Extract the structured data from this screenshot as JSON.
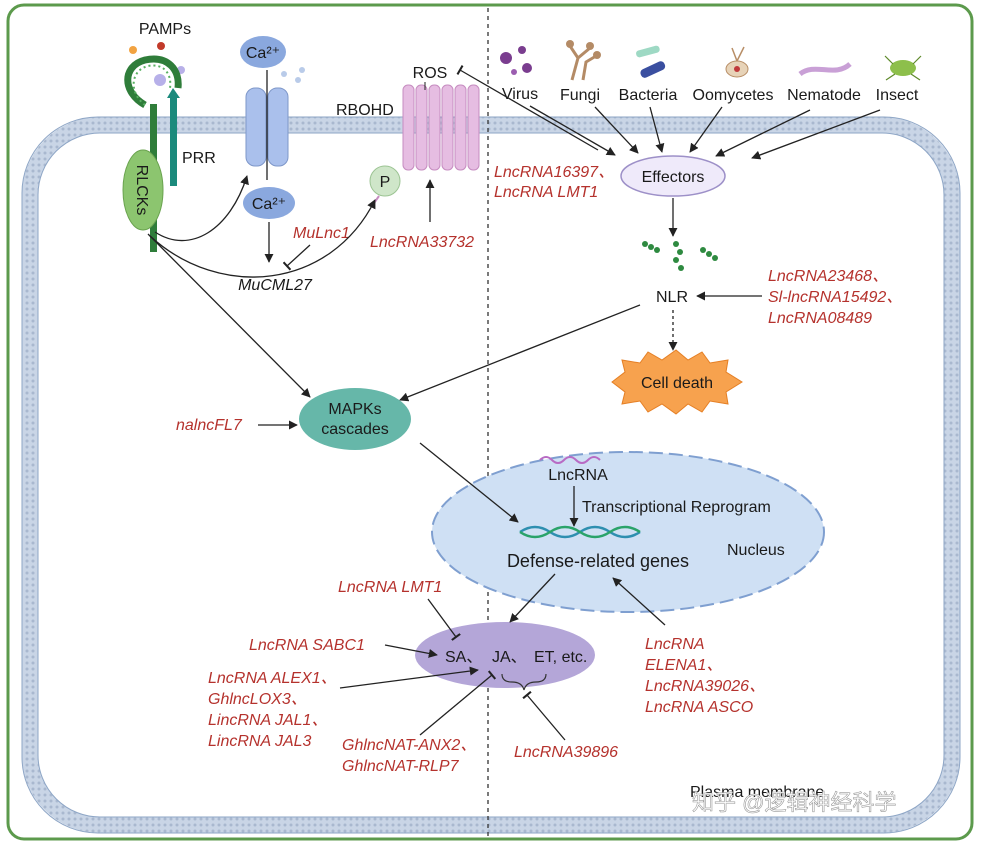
{
  "colors": {
    "frame": "#5c9a4c",
    "membrane": "#b9c8dc",
    "nucleus_fill": "#cfe0f4",
    "nucleus_stroke": "#7f9fd0",
    "mapk": "#66b7a9",
    "hormone": "#b4a6d8",
    "effectors_fill": "#efeafa",
    "death": "#f7a24e",
    "red_text": "#b5322d"
  },
  "labels": {
    "pamps": "PAMPs",
    "ca_top": "Ca²⁺",
    "ca_bottom": "Ca²⁺",
    "ros": "ROS",
    "rbohd": "RBOHD",
    "prr": "PRR",
    "rlcks": "RLCKs",
    "p": "P",
    "mucml27": "MuCML27",
    "effectors": "Effectors",
    "nlr": "NLR",
    "cell_death": "Cell death",
    "mapks_line1": "MAPKs",
    "mapks_line2": "cascades",
    "lncrna": "LncRNA",
    "transcriptional": "Transcriptional Reprogram",
    "defense": "Defense-related genes",
    "nucleus": "Nucleus",
    "hormones_sa": "SA、",
    "hormones_ja": "JA、",
    "hormones_et": "ET, etc.",
    "plasma_membrane": "Plasma membrane",
    "watermark": "知乎 @逻辑神经科学"
  },
  "pathogens": [
    "Virus",
    "Fungi",
    "Bacteria",
    "Oomycetes",
    "Nematode",
    "Insect"
  ],
  "lncrnas": {
    "mulnc1": "MuLnc1",
    "lnc33732": "LncRNA33732",
    "lnc16397_1": "LncRNA16397、",
    "lnc16397_2": "LncRNA LMT1",
    "nlr_1": "LncRNA23468、",
    "nlr_2": "Sl-lncRNA15492、",
    "nlr_3": "LncRNA08489",
    "nalncfl7": "nalncFL7",
    "lmt1": "LncRNA LMT1",
    "sabc1": "LncRNA SABC1",
    "alex_1": "LncRNA ALEX1、",
    "alex_2": "GhlncLOX3、",
    "alex_3": "LincRNA JAL1、",
    "alex_4": "LincRNA JAL3",
    "anx_1": "GhlncNAT-ANX2、",
    "anx_2": "GhlncNAT-RLP7",
    "lnc39896": "LncRNA39896",
    "elena_1": "LncRNA",
    "elena_2": "ELENA1、",
    "elena_3": "LncRNA39026、",
    "elena_4": "LncRNA ASCO"
  }
}
